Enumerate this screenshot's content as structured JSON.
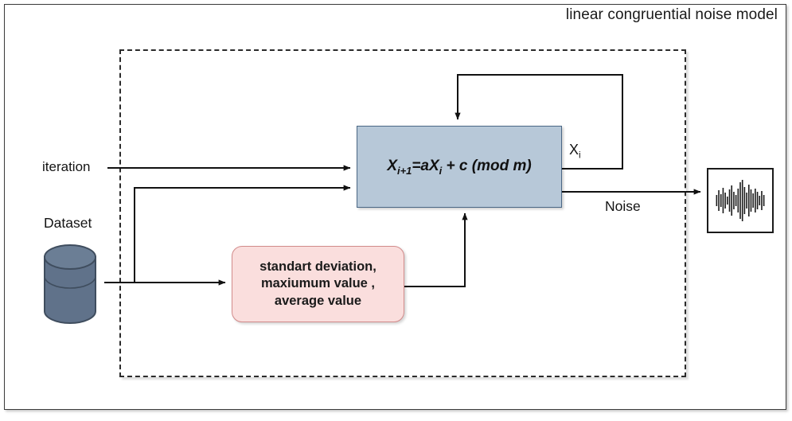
{
  "diagram": {
    "title": "linear congruential noise model",
    "nodes": {
      "formula": {
        "label_prefix": "X",
        "label_sub1": "i+1",
        "label_mid": "=aX",
        "label_sub2": "i",
        "label_suffix": " + c (mod m)",
        "full_text": "Xi+1=aXi + c (mod m)",
        "fill_color": "#b7c8d8",
        "border_color": "#4a6785"
      },
      "stats": {
        "text": "standart deviation,\nmaxiumum value ,\naverage value",
        "line1": "standart deviation,",
        "line2": "maxiumum value ,",
        "line3": "average value",
        "fill_color": "#fadedd",
        "border_color": "#d28b8b"
      },
      "dataset": {
        "label": "Dataset",
        "icon": "database-cylinder-icon",
        "fill_color": "#60728a",
        "border_color": "#3f4d5e"
      },
      "noise_output": {
        "icon": "audio-waveform-icon",
        "border_color": "#1b1b1b"
      }
    },
    "labels": {
      "iteration": "iteration",
      "noise": "Noise",
      "xi_prefix": "X",
      "xi_sub": "i"
    },
    "container": {
      "style": "dashed",
      "border_color": "#2b2b2b"
    },
    "frame": {
      "border_color": "#3b3b3b"
    },
    "edges": [
      {
        "name": "iteration-to-formula",
        "from": "iteration",
        "to": "formula"
      },
      {
        "name": "dataset-to-formula",
        "from": "dataset",
        "to": "formula"
      },
      {
        "name": "dataset-to-stats",
        "from": "dataset",
        "to": "stats"
      },
      {
        "name": "stats-to-formula",
        "from": "stats",
        "to": "formula"
      },
      {
        "name": "formula-feedback-loop",
        "from": "formula",
        "to": "formula",
        "label": "Xi"
      },
      {
        "name": "formula-to-noise",
        "from": "formula",
        "to": "noise_output",
        "label": "Noise"
      }
    ],
    "waveform_bars": [
      14,
      26,
      16,
      32,
      20,
      10,
      28,
      38,
      22,
      14,
      30,
      46,
      52,
      34,
      20,
      40,
      28,
      18,
      30,
      22,
      12,
      24,
      14
    ]
  }
}
